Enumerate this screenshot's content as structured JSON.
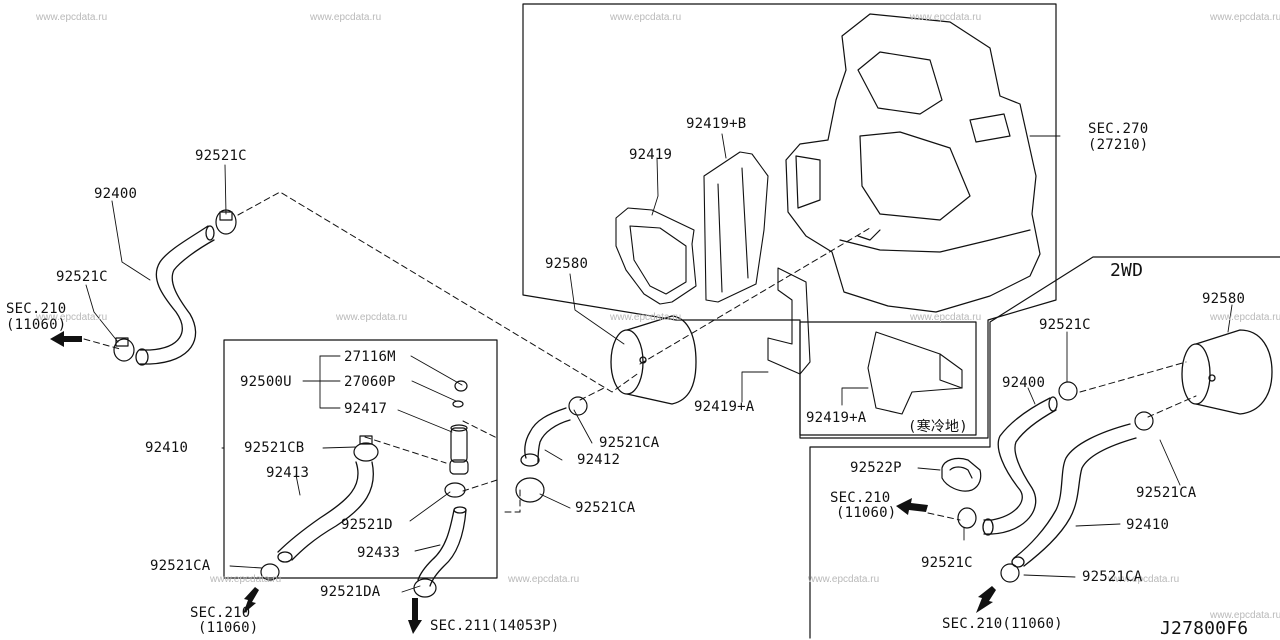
{
  "watermark": "www.epcdata.ru",
  "part_labels": {
    "p92521C_a": "92521C",
    "p92400_a": "92400",
    "p92521C_b": "92521C",
    "sec210_a": "SEC.210",
    "sec210_a_sub": "(11060)",
    "p92410_a": "92410",
    "p92500U": "92500U",
    "p27116M": "27116M",
    "p27060P": "27060P",
    "p92417": "92417",
    "p92521CB": "92521CB",
    "p92413": "92413",
    "p92521D": "92521D",
    "p92433": "92433",
    "p92521CA_a": "92521CA",
    "sec210_b": "SEC.210",
    "sec210_b_sub": "(11060)",
    "p92521DA": "92521DA",
    "sec211": "SEC.211(14053P)",
    "p92412": "92412",
    "p92521CA_b": "92521CA",
    "p92521CA_c": "92521CA",
    "p92580_a": "92580",
    "p92419": "92419",
    "p92419B": "92419+B",
    "p92419A_a": "92419+A",
    "p92419A_b": "92419+A",
    "cold_region": "(寒冷地)",
    "sec270": "SEC.270",
    "sec270_sub": "(27210)",
    "twowd": "2WD",
    "p92580_b": "92580",
    "p92521C_c": "92521C",
    "p92400_b": "92400",
    "p92522P": "92522P",
    "sec210_c": "SEC.210",
    "sec210_c_sub": "(11060)",
    "p92521CA_d": "92521CA",
    "p92410_b": "92410",
    "p92521C_d": "92521C",
    "p92521CA_e": "92521CA",
    "sec210_d": "SEC.210(11060)",
    "diagram_code": "J27800F6"
  }
}
